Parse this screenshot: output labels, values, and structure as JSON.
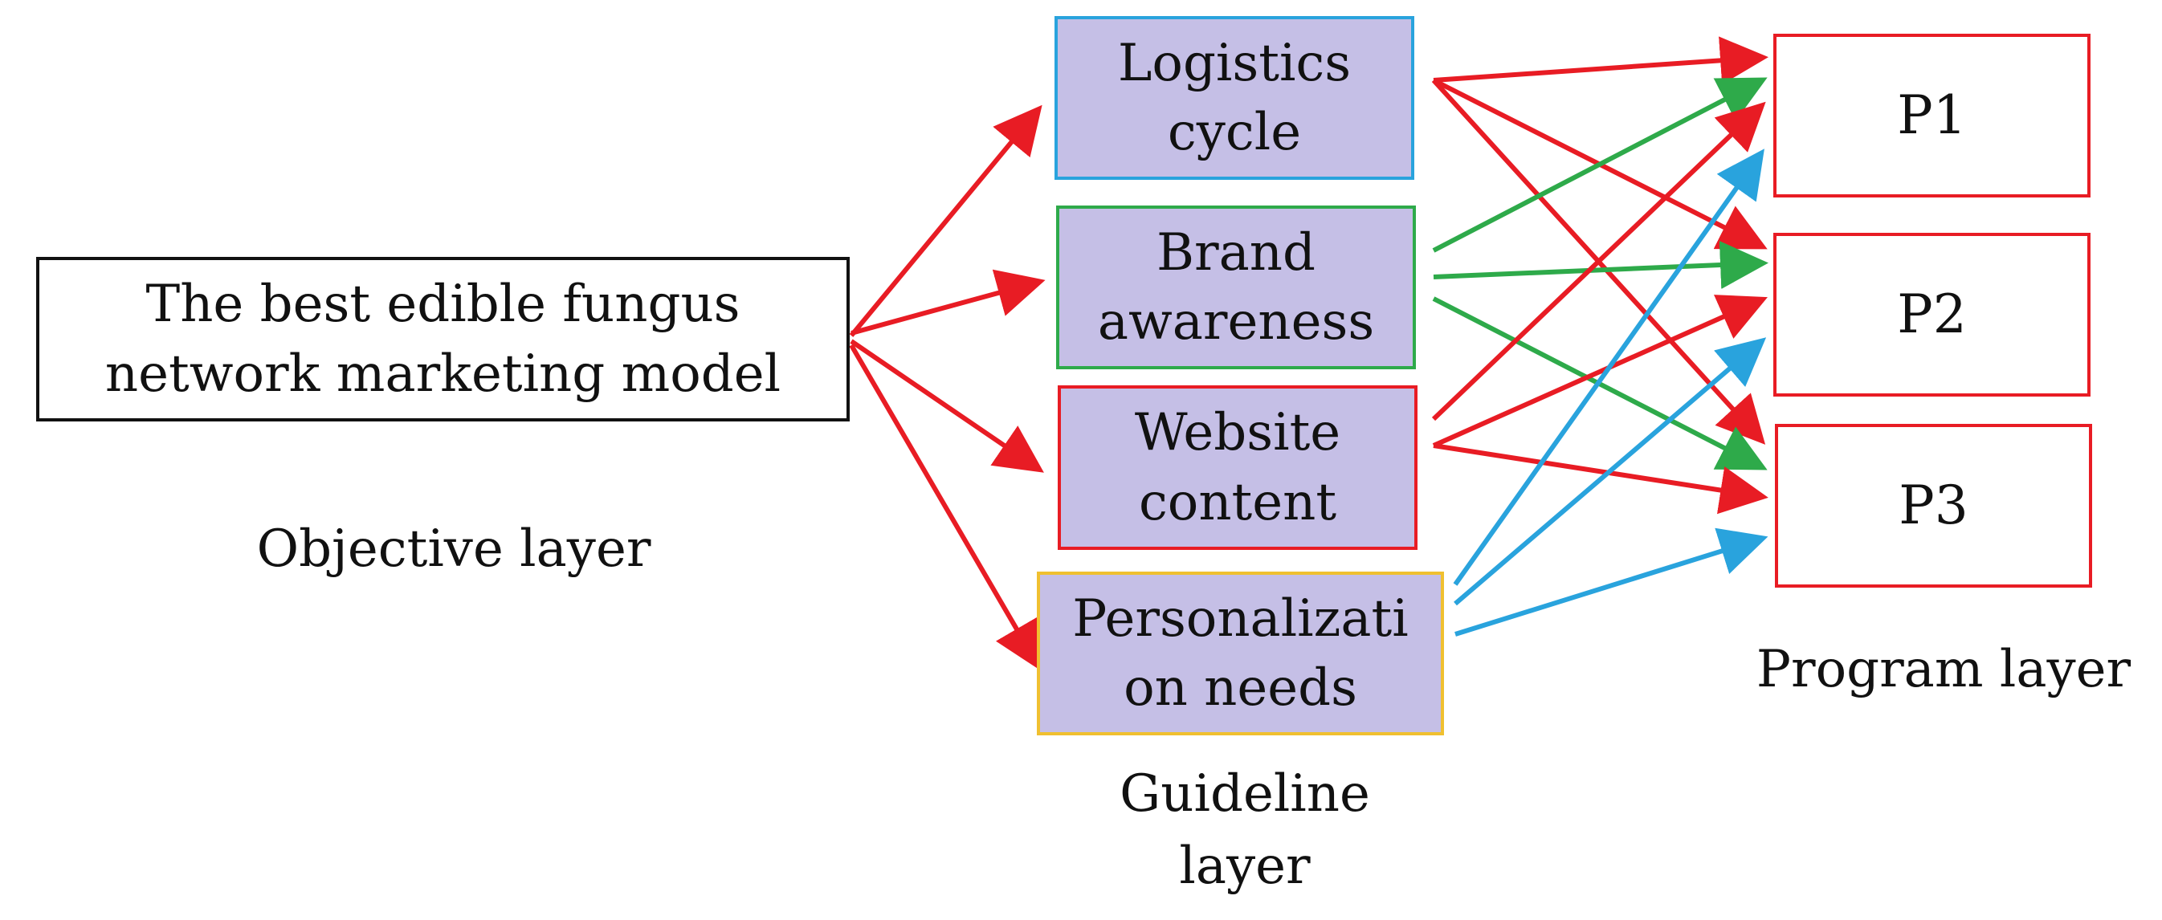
{
  "objective": {
    "label": "The best edible fungus\nnetwork marketing model"
  },
  "guidelines": [
    {
      "label": "Logistics\ncycle"
    },
    {
      "label": "Brand\nawareness"
    },
    {
      "label": "Website\ncontent"
    },
    {
      "label": "Personalizati\non needs"
    }
  ],
  "programs": [
    {
      "label": "P1"
    },
    {
      "label": "P2"
    },
    {
      "label": "P3"
    }
  ],
  "layer_labels": {
    "objective": "Objective layer",
    "guideline": "Guideline\nlayer",
    "program": "Program layer"
  },
  "colors": {
    "red": "#e81c24",
    "green": "#2eaa4a",
    "blue": "#29a3dd",
    "fill": "#c5bfe6"
  },
  "connections": [
    {
      "from": "objective",
      "to": "guideline-1",
      "color": "red"
    },
    {
      "from": "objective",
      "to": "guideline-2",
      "color": "red"
    },
    {
      "from": "objective",
      "to": "guideline-3",
      "color": "red"
    },
    {
      "from": "objective",
      "to": "guideline-4",
      "color": "red"
    },
    {
      "from": "guideline-1",
      "to": "P1",
      "color": "red"
    },
    {
      "from": "guideline-1",
      "to": "P2",
      "color": "red"
    },
    {
      "from": "guideline-1",
      "to": "P3",
      "color": "red"
    },
    {
      "from": "guideline-2",
      "to": "P1",
      "color": "green"
    },
    {
      "from": "guideline-2",
      "to": "P2",
      "color": "green"
    },
    {
      "from": "guideline-2",
      "to": "P3",
      "color": "green"
    },
    {
      "from": "guideline-3",
      "to": "P1",
      "color": "red"
    },
    {
      "from": "guideline-3",
      "to": "P2",
      "color": "red"
    },
    {
      "from": "guideline-3",
      "to": "P3",
      "color": "red"
    },
    {
      "from": "guideline-4",
      "to": "P1",
      "color": "blue"
    },
    {
      "from": "guideline-4",
      "to": "P2",
      "color": "blue"
    },
    {
      "from": "guideline-4",
      "to": "P3",
      "color": "blue"
    }
  ]
}
